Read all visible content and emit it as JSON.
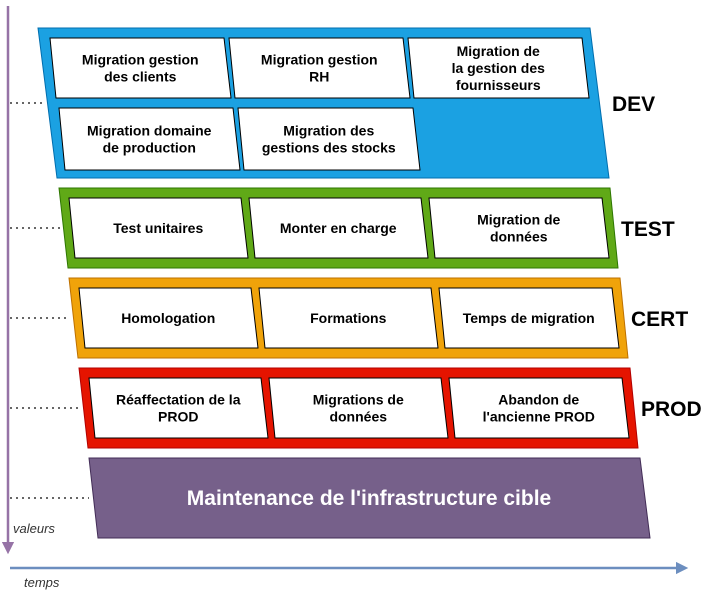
{
  "axes": {
    "vertical_label": "valeurs",
    "horizontal_label": "temps",
    "vertical_color": "#9673a6",
    "horizontal_color": "#6c8ebf"
  },
  "layers": [
    {
      "id": "dev",
      "label": "DEV",
      "fill": "#1ba1e2",
      "boxes": [
        [
          "Migration gestion",
          "des clients"
        ],
        [
          "Migration gestion",
          "RH"
        ],
        [
          "Migration de",
          "la gestion des",
          "fournisseurs"
        ],
        [
          "Migration domaine",
          "de production"
        ],
        [
          "Migration des",
          "gestions des stocks"
        ]
      ]
    },
    {
      "id": "test",
      "label": "TEST",
      "fill": "#60a917",
      "boxes": [
        [
          "Test unitaires"
        ],
        [
          "Monter en charge"
        ],
        [
          "Migration de",
          "données"
        ]
      ]
    },
    {
      "id": "cert",
      "label": "CERT",
      "fill": "#f0a30a",
      "boxes": [
        [
          "Homologation"
        ],
        [
          "Formations"
        ],
        [
          "Temps de migration"
        ]
      ]
    },
    {
      "id": "prod",
      "label": "PROD",
      "fill": "#e51400",
      "boxes": [
        [
          "Réaffectation de la",
          "PROD"
        ],
        [
          "Migrations de",
          "données"
        ],
        [
          "Abandon de",
          "l'ancienne PROD"
        ]
      ]
    }
  ],
  "maintenance": {
    "label": "Maintenance de l'infrastructure cible",
    "fill": "#76608a"
  }
}
